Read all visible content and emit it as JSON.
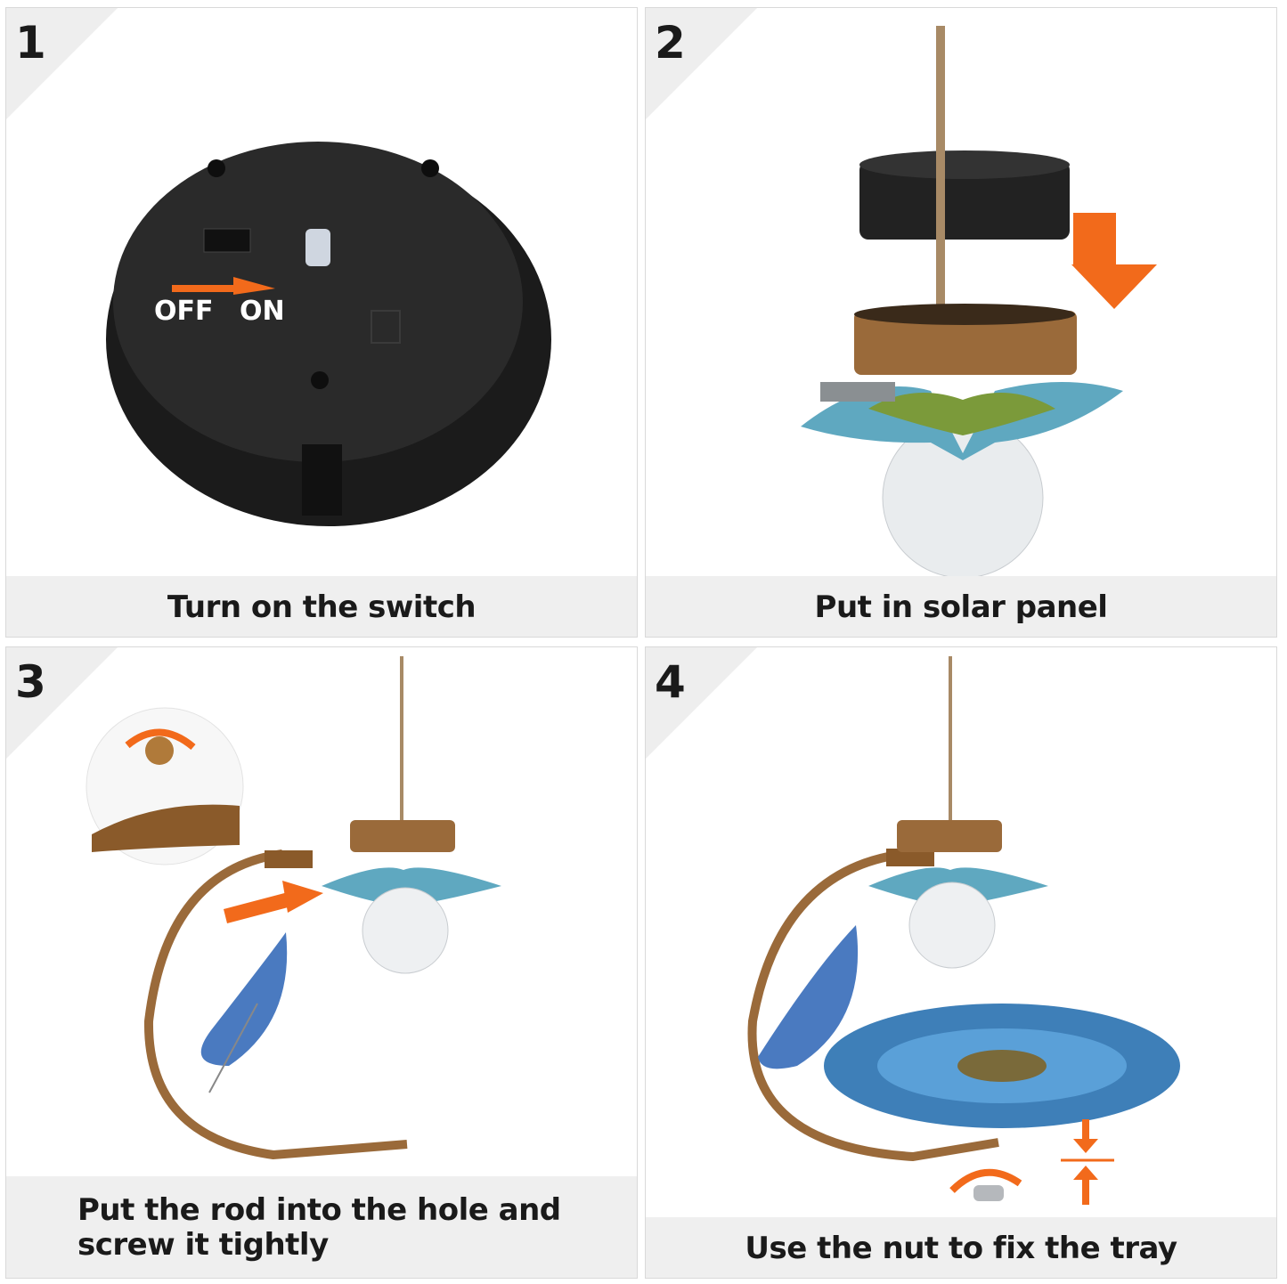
{
  "steps": [
    {
      "number": "1",
      "caption": "Turn on the switch",
      "switch_labels": {
        "off": "OFF",
        "on": "ON"
      }
    },
    {
      "number": "2",
      "caption": "Put in solar panel"
    },
    {
      "number": "3",
      "caption": "Put the rod into the hole and\nscrew it tightly"
    },
    {
      "number": "4",
      "caption": "Use the nut to fix the tray"
    }
  ],
  "colors": {
    "accent": "#f26a1b",
    "caption_bg": "#efefef",
    "corner": "#eeeeee"
  }
}
